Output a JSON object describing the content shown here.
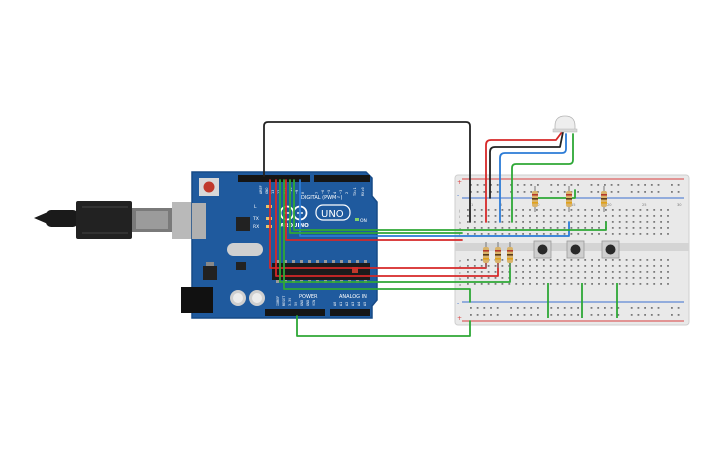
{
  "board": {
    "brand_mark": "ARDUINO",
    "model": "UNO",
    "digital_header": "DIGITAL (PWM~)",
    "power_header": "POWER",
    "analog_header": "ANALOG IN",
    "led_l": "L",
    "led_tx": "TX",
    "led_rx": "RX",
    "on_label": "ON",
    "tx_pin": "TX▸1",
    "rx_pin": "RX◂0",
    "aref": "AREF",
    "gnd_top": "GND",
    "pin_13": "13",
    "pin_12": "12",
    "pin_11": "~11",
    "pin_10": "~10",
    "pin_9": "~9",
    "pin_8": "8",
    "pin_7": "7",
    "pin_6": "~6",
    "pin_5": "~5",
    "pin_4": "4",
    "pin_3": "~3",
    "pin_2": "2",
    "ioref": "IOREF",
    "reset": "RESET",
    "v33": "3.3V",
    "v5": "5V",
    "gnd1": "GND",
    "gnd2": "GND",
    "vin": "VIN",
    "a0": "A0",
    "a1": "A1",
    "a2": "A2",
    "a3": "A3",
    "a4": "A4",
    "a5": "A5"
  },
  "breadboard": {
    "col_numbers": [
      "1",
      "5",
      "10",
      "15",
      "20",
      "25",
      "30"
    ],
    "row_letters_top": [
      "j",
      "i",
      "h",
      "g",
      "f"
    ],
    "row_letters_bottom": [
      "e",
      "d",
      "c",
      "b",
      "a"
    ],
    "rail_plus": "+",
    "rail_minus": "-"
  },
  "colors": {
    "board": "#1f5a9e",
    "board_edge": "#174a86",
    "breadboard": "#e9e9e9",
    "wire_red": "#d62828",
    "wire_green": "#2ea836",
    "wire_blue": "#2b7bd6",
    "wire_black": "#222222",
    "rail_red": "#d94040",
    "rail_blue": "#3a6fd0"
  },
  "icons": {
    "usb": "usb-cable-icon",
    "rgb_led": "rgb-led-icon",
    "resistor": "resistor-icon",
    "button": "pushbutton-icon"
  }
}
